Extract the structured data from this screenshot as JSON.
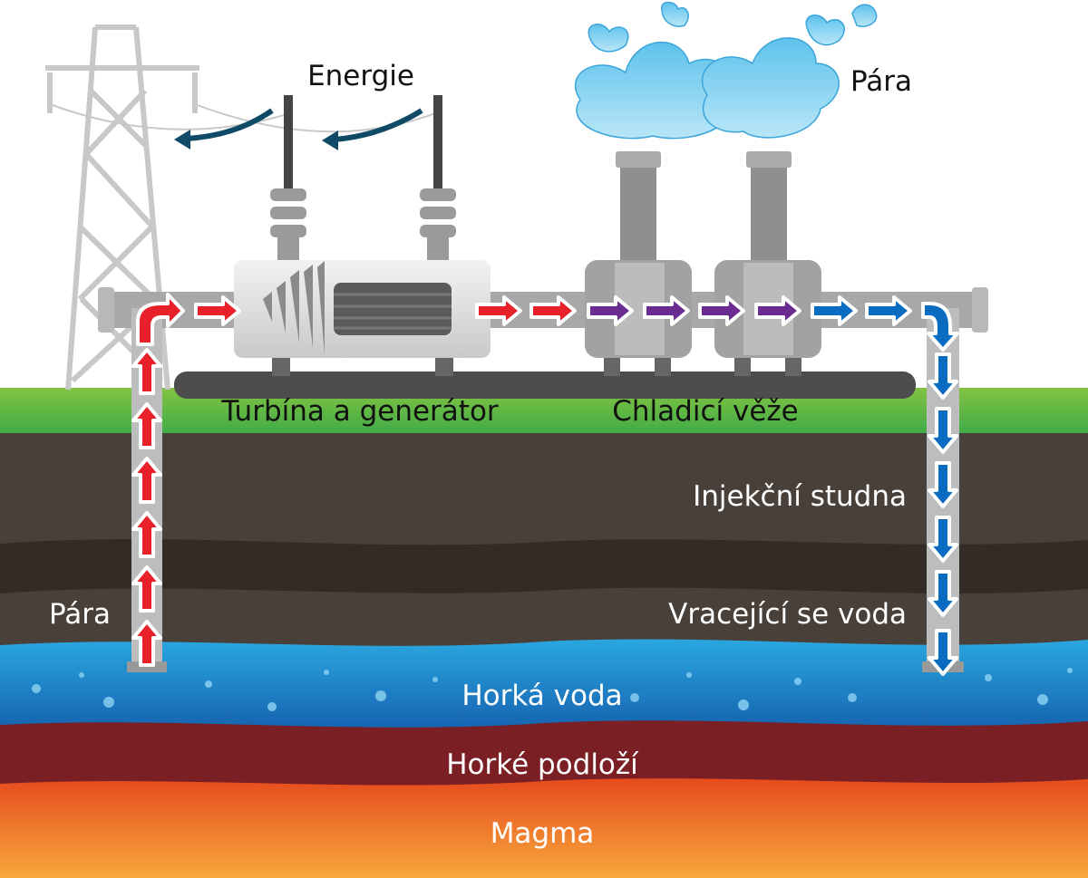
{
  "labels": {
    "energy": "Energie",
    "steam_top": "Pára",
    "turbine_generator": "Turbína a generátor",
    "cooling_towers": "Chladicí věže",
    "injection_well": "Injekční studna",
    "steam_left": "Pára",
    "returning_water": "Vracející se voda",
    "hot_water": "Horká voda",
    "hot_bedrock": "Horké podloží",
    "magma": "Magma"
  },
  "colors": {
    "steam_flow": "#e8202a",
    "transition_flow": "#6a2c91",
    "cold_flow": "#0a6cc0",
    "grass": "#5db646",
    "soil": "#4a403a",
    "hot_water": "#1f8fd2",
    "bedrock": "#7a1f24",
    "magma": "#f07a2a",
    "energy_arrow": "#0f4a66"
  }
}
